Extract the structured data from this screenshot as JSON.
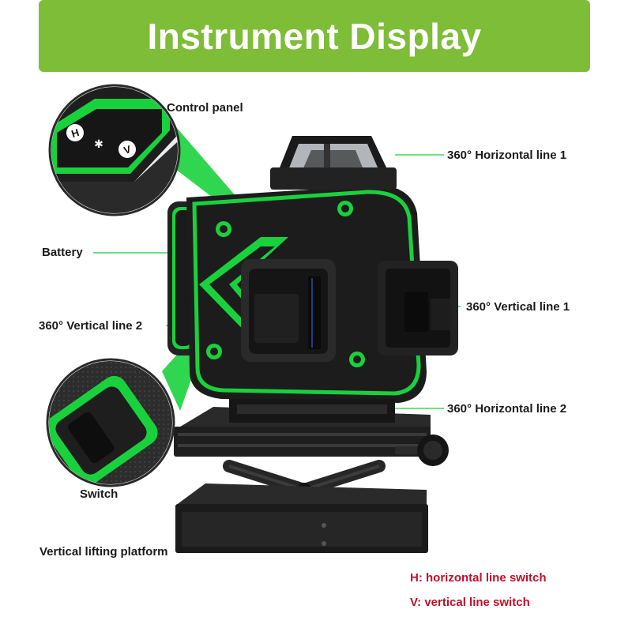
{
  "title": "Instrument Display",
  "labels": {
    "control_panel": "Control panel",
    "horizontal_line_1": "360° Horizontal line 1",
    "battery": "Battery",
    "vertical_line_1": "360° Vertical line 1",
    "vertical_line_2": "360° Vertical line 2",
    "horizontal_line_2": "360° Horizontal line 2",
    "switch": "Switch",
    "platform": "Vertical lifting platform"
  },
  "panel_buttons": {
    "h": "H",
    "v": "V",
    "light_icon": "sun-icon"
  },
  "legend": {
    "h": "H: horizontal line switch",
    "v": "V: vertical line switch"
  },
  "colors": {
    "banner": "#7ebd37",
    "accent_green": "#19d13c",
    "body_black": "#1c1c1c",
    "legend_red": "#c0102a"
  }
}
